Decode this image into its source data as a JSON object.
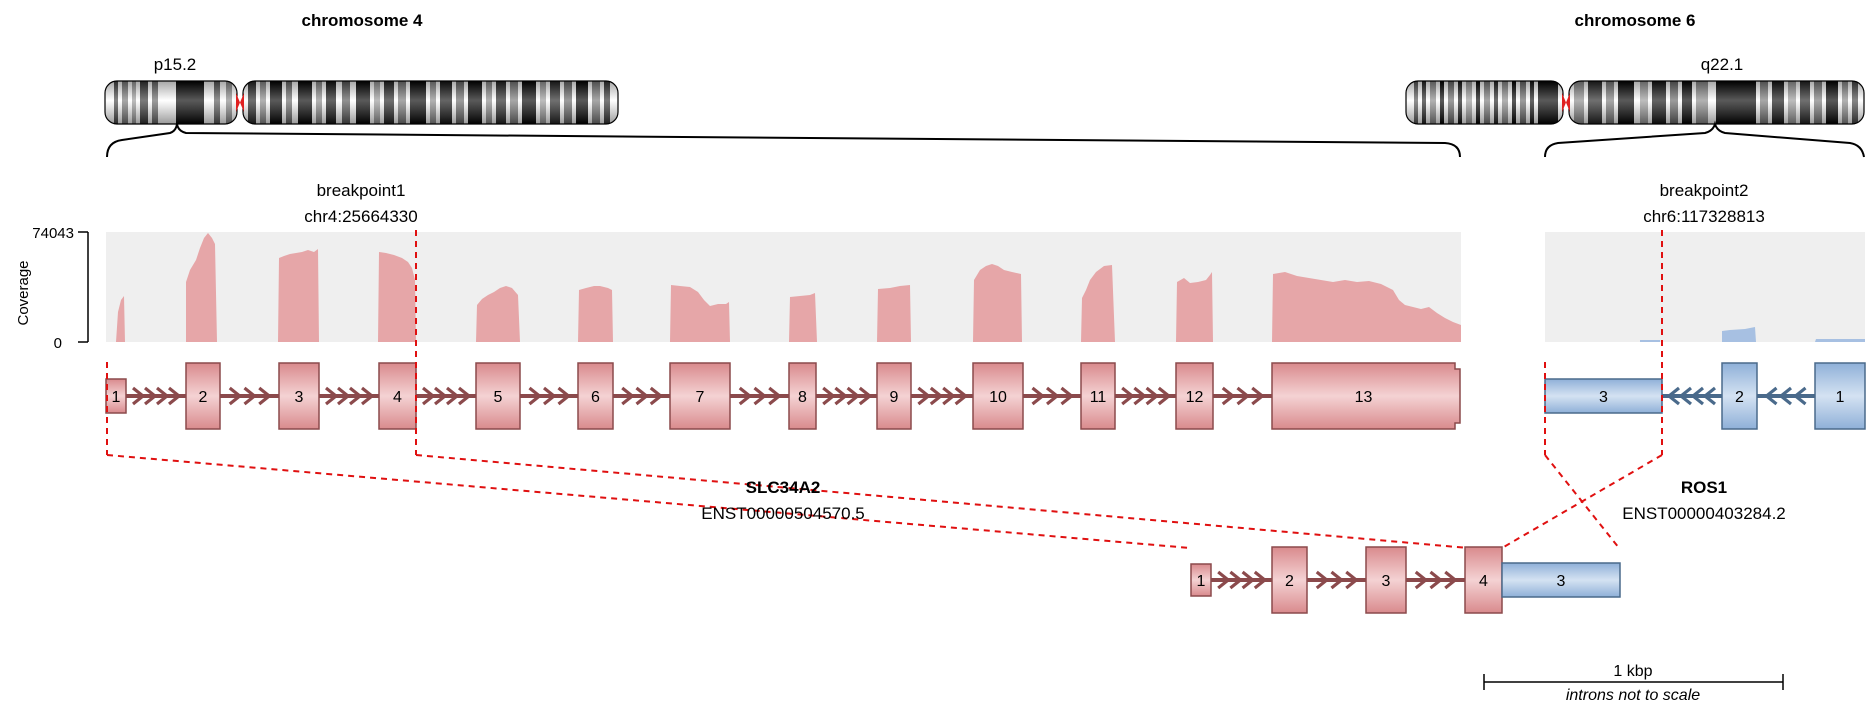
{
  "chromosomes": [
    {
      "name": "chromosome 4",
      "band": "p15.2"
    },
    {
      "name": "chromosome 6",
      "band": "q22.1"
    }
  ],
  "breakpoints": [
    {
      "label": "breakpoint1",
      "coord": "chr4:25664330"
    },
    {
      "label": "breakpoint2",
      "coord": "chr6:117328813"
    }
  ],
  "coverage": {
    "axis_label": "Coverage",
    "max_label": "74043",
    "min_label": "0"
  },
  "genes": [
    {
      "symbol": "SLC34A2",
      "transcript": "ENST00000504570.5",
      "color": "#e6a6a8",
      "stroke": "#8b4a4c"
    },
    {
      "symbol": "ROS1",
      "transcript": "ENST00000403284.2",
      "color": "#b0c8e6",
      "stroke": "#4a6a8b"
    }
  ],
  "exons5": [
    "1",
    "2",
    "3",
    "4",
    "5",
    "6",
    "7",
    "8",
    "9",
    "10",
    "11",
    "12",
    "13"
  ],
  "exons3": [
    "3",
    "2",
    "1"
  ],
  "fusion_exons": [
    "1",
    "2",
    "3",
    "4",
    "3"
  ],
  "scale": {
    "label": "1 kbp",
    "note": "introns not to scale"
  }
}
